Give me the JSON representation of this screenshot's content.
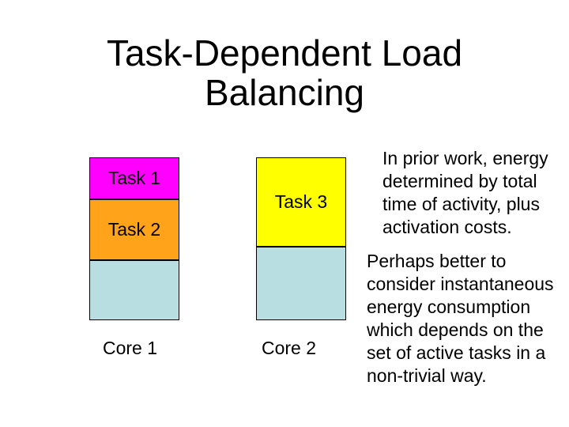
{
  "title": "Task-Dependent Load\nBalancing",
  "cores": [
    {
      "label": "Core 1",
      "segments": [
        {
          "label": "Task 1",
          "color": "#FF00FF"
        },
        {
          "label": "Task 2",
          "color": "#FFA31A"
        },
        {
          "color": "#B9DEE1"
        }
      ]
    },
    {
      "label": "Core 2",
      "segments": [
        {
          "label": "Task 3",
          "color": "#FFFF00"
        },
        {
          "color": "#B9DEE1"
        }
      ]
    }
  ],
  "notes": [
    "In prior work, energy\ndetermined by total\ntime of activity, plus\nactivation costs.",
    "Perhaps better to\nconsider instantaneous\nenergy consumption\nwhich depends on the\nset of active tasks in a\nnon-trivial way."
  ],
  "colors": {
    "background": "#FFFFFF",
    "text": "#000000",
    "border": "#000000",
    "task1_fill": "#FF00FF",
    "task2_fill": "#FFA31A",
    "task3_fill": "#FFFF00",
    "idle_fill": "#B9DEE1"
  }
}
